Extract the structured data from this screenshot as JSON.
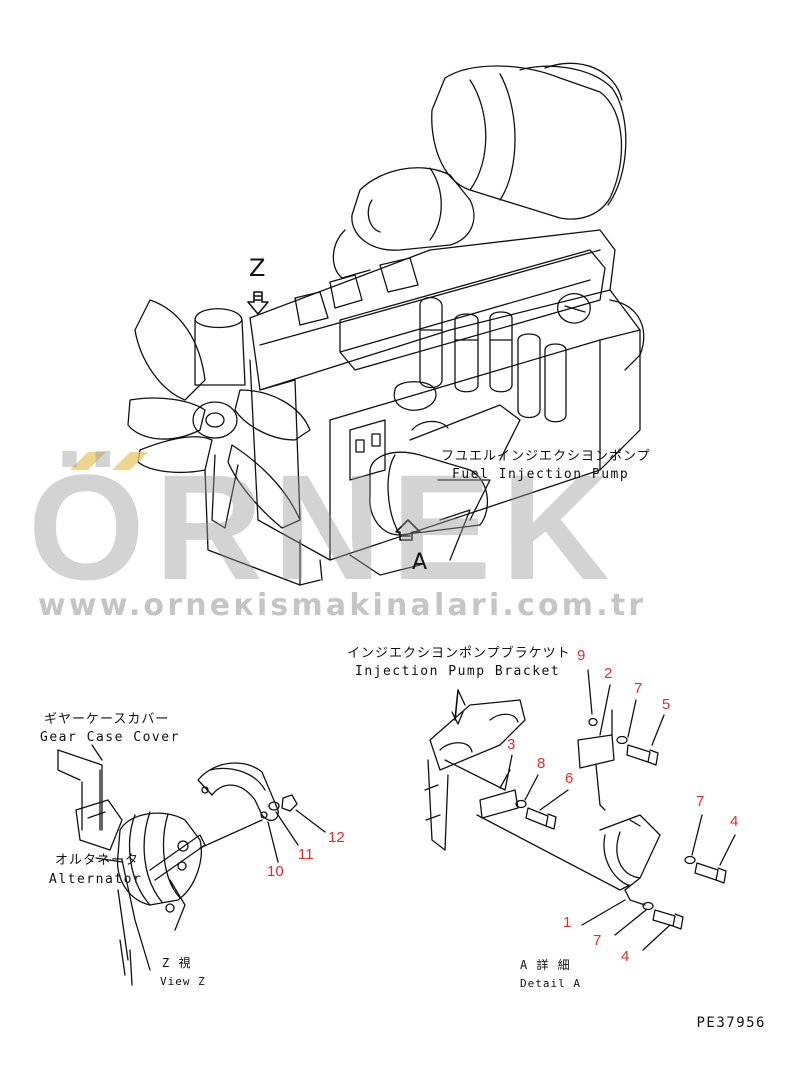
{
  "watermark": {
    "brand": "ÖRNEK",
    "url": "www.orneкismakinalari.com.tr"
  },
  "labels": {
    "view_marker_z": "Z",
    "view_marker_a": "A",
    "fuel_pump_jp": "フユエルインジエクシヨンポンプ",
    "fuel_pump_en": "Fuel Injection Pump",
    "bracket_jp": "インジエクシヨンポンプブラケツト",
    "bracket_en": "Injection Pump Bracket",
    "gear_cover_jp": "ギヤーケースカバー",
    "gear_cover_en": "Gear Case Cover",
    "alternator_jp": "オルタネータ",
    "alternator_en": "Alternator",
    "view_z_jp": "Z 視",
    "view_z_en": "View Z",
    "detail_a_jp": "A 詳 細",
    "detail_a_en": "Detail A",
    "drawing_code": "PE37956"
  },
  "part_numbers": {
    "p1": "1",
    "p2": "2",
    "p3": "3",
    "p4a": "4",
    "p4b": "4",
    "p5": "5",
    "p6": "6",
    "p7a": "7",
    "p7b": "7",
    "p7c": "7",
    "p8": "8",
    "p9": "9",
    "p10": "10",
    "p11": "11",
    "p12": "12"
  },
  "colors": {
    "line": "#111111",
    "callout": "#d9302c",
    "watermark": "#969696",
    "watermark_accent": "#e8c866"
  }
}
